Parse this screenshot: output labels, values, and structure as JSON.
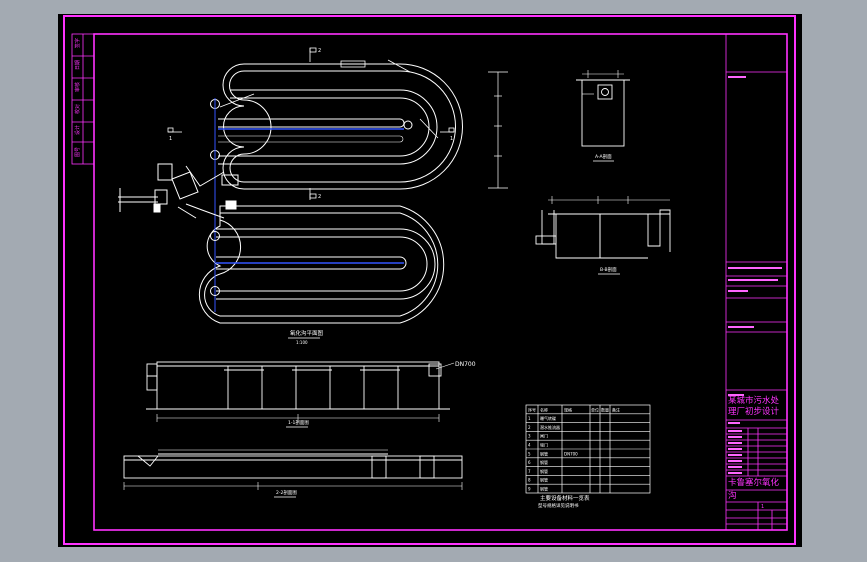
{
  "drawing": {
    "label_dn700": "DN700",
    "plan_title": "氧化沟平面图",
    "plan_scale": "1:100",
    "section_a_title": "1-1剖面图",
    "section_b_title": "2-2剖面图",
    "detail_1_title": "A-A剖面",
    "detail_2_title": "B-B剖面",
    "section_mark_left": "1",
    "section_mark_right": "1",
    "section_mark_top": "2",
    "section_mark_bottom": "2"
  },
  "equipment_table": {
    "caption_line1": "主要设备材料一览表",
    "caption_line2": "型号规格详见说明书",
    "headers": [
      "序号",
      "名称",
      "规格",
      "单位",
      "数量",
      "备注"
    ],
    "rows": [
      [
        "1",
        "曝气转碟",
        "",
        "",
        "",
        ""
      ],
      [
        "2",
        "潜水推流器",
        "",
        "",
        "",
        ""
      ],
      [
        "3",
        "闸门",
        "",
        "",
        "",
        ""
      ],
      [
        "4",
        "堰门",
        "",
        "",
        "",
        ""
      ],
      [
        "5",
        "钢管",
        "DN700",
        "",
        "",
        ""
      ],
      [
        "6",
        "钢管",
        "",
        "",
        "",
        ""
      ],
      [
        "7",
        "钢管",
        "",
        "",
        "",
        ""
      ],
      [
        "8",
        "钢管",
        "",
        "",
        "",
        ""
      ],
      [
        "9",
        "钢管",
        "",
        "",
        "",
        ""
      ]
    ]
  },
  "left_strip": {
    "cells": [
      "签字",
      "日期",
      "审核",
      "校对",
      "设计",
      "图号"
    ]
  },
  "title_block": {
    "project_line1": "某城市污水处",
    "project_line2": "理厂初步设计",
    "drawing_name_line1": "卡鲁塞尔氧化",
    "drawing_name_line2": "沟",
    "sheet_no": "1"
  }
}
